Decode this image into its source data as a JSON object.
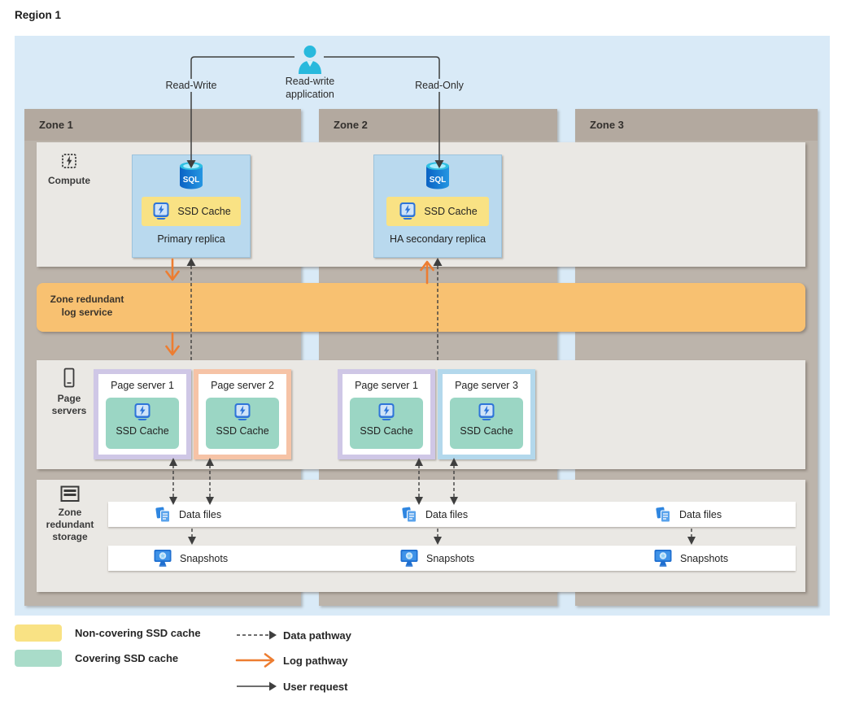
{
  "region": {
    "title": "Region 1"
  },
  "application": {
    "label": "Read-write application",
    "read_write_label": "Read-Write",
    "read_only_label": "Read-Only"
  },
  "zones": [
    {
      "label": "Zone 1"
    },
    {
      "label": "Zone 2"
    },
    {
      "label": "Zone 3"
    }
  ],
  "compute": {
    "label": "Compute",
    "sql_label": "SQL",
    "cache_label": "SSD Cache",
    "replicas": [
      {
        "name": "Primary replica"
      },
      {
        "name": "HA secondary replica"
      }
    ]
  },
  "log_service": {
    "label": "Zone redundant log service"
  },
  "page_servers": {
    "label": "Page servers",
    "cache_label": "SSD Cache",
    "servers": [
      {
        "name": "Page server 1"
      },
      {
        "name": "Page server 2"
      },
      {
        "name": "Page server 1"
      },
      {
        "name": "Page server 3"
      }
    ]
  },
  "storage": {
    "label": "Zone redundant storage",
    "data_files_label": "Data files",
    "snapshots_label": "Snapshots"
  },
  "legend": {
    "items": [
      {
        "label": "Non-covering SSD cache"
      },
      {
        "label": "Covering SSD cache"
      },
      {
        "label": "Data pathway"
      },
      {
        "label": "Log pathway"
      },
      {
        "label": "User request"
      }
    ]
  },
  "colors": {
    "region_bg": "#d9eaf7",
    "zone_header": "#b3a99f",
    "zone_body": "#bcb4ab",
    "band_gray": "#eae8e4",
    "log_band_orange": "#f8c171",
    "replica_blue": "#b9d9ee",
    "non_covering_cache_yellow": "#f9e284",
    "covering_cache_teal": "#9bd6c4",
    "page_server_border_lavender": "#cfc7e6",
    "page_server_border_peach": "#f6c3a6",
    "page_server_border_blue": "#b3d8ec",
    "data_pathway_color": "#3f3f3f",
    "log_pathway_color": "#ed7d31",
    "user_request_color": "#3f3f3f",
    "person_icon_cyan": "#28b9dd",
    "ssd_icon_blue": "#2e74d9"
  }
}
